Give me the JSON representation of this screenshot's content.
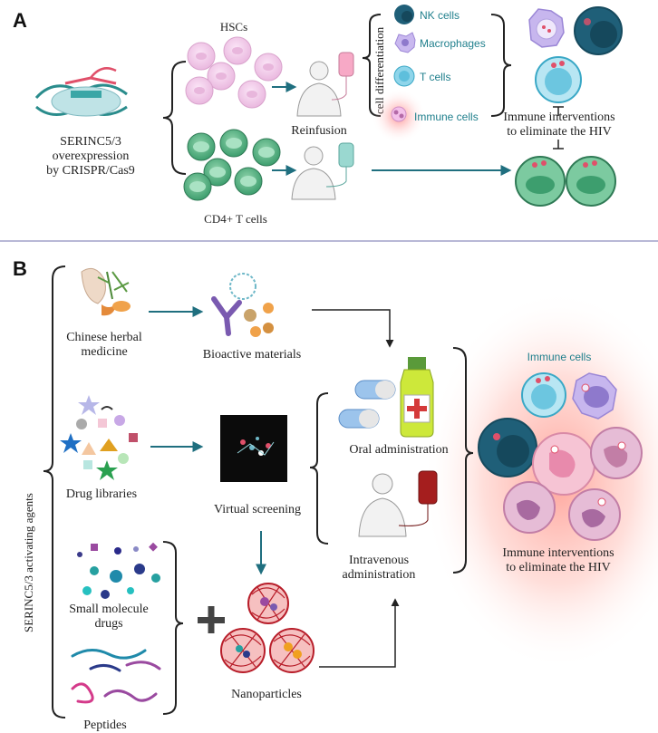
{
  "panel_a": {
    "letter": "A",
    "crispr_label_1": "SERINC5/3",
    "crispr_label_2": "overexpression",
    "crispr_label_3": "by CRISPR/Cas9",
    "hscs_label": "HSCs",
    "cd4_label": "CD4+ T cells",
    "reinfusion_label": "Reinfusion",
    "differentiation_label": "cell differentiation",
    "cell_types": [
      "NK cells",
      "Macrophages",
      "T cells",
      "Immune cells"
    ],
    "immune_interventions_1": "Immune interventions",
    "immune_interventions_2": "to eliminate the HIV"
  },
  "panel_b": {
    "letter": "B",
    "side_label": "SERINC5/3 activating agents",
    "herbal_1": "Chinese herbal",
    "herbal_2": "medicine",
    "bioactive": "Bioactive materials",
    "drug_libraries": "Drug libraries",
    "virtual_screening": "Virtual screening",
    "small_molecule_1": "Small molecule",
    "small_molecule_2": "drugs",
    "peptides": "Peptides",
    "nanoparticles": "Nanoparticles",
    "oral": "Oral administration",
    "iv_1": "Intravenous",
    "iv_2": "administration",
    "immune_cells": "Immune cells",
    "interventions_1": "Immune interventions",
    "interventions_2": "to eliminate the HIV"
  },
  "colors": {
    "teal_arrow": "#1f6f7f",
    "teal_text": "#1f7f8c",
    "hsc_pink": "#f4d3ee",
    "cd4_green": "#5bb787",
    "divider": "#b8b8d6",
    "glow": "#ff6a5a"
  }
}
